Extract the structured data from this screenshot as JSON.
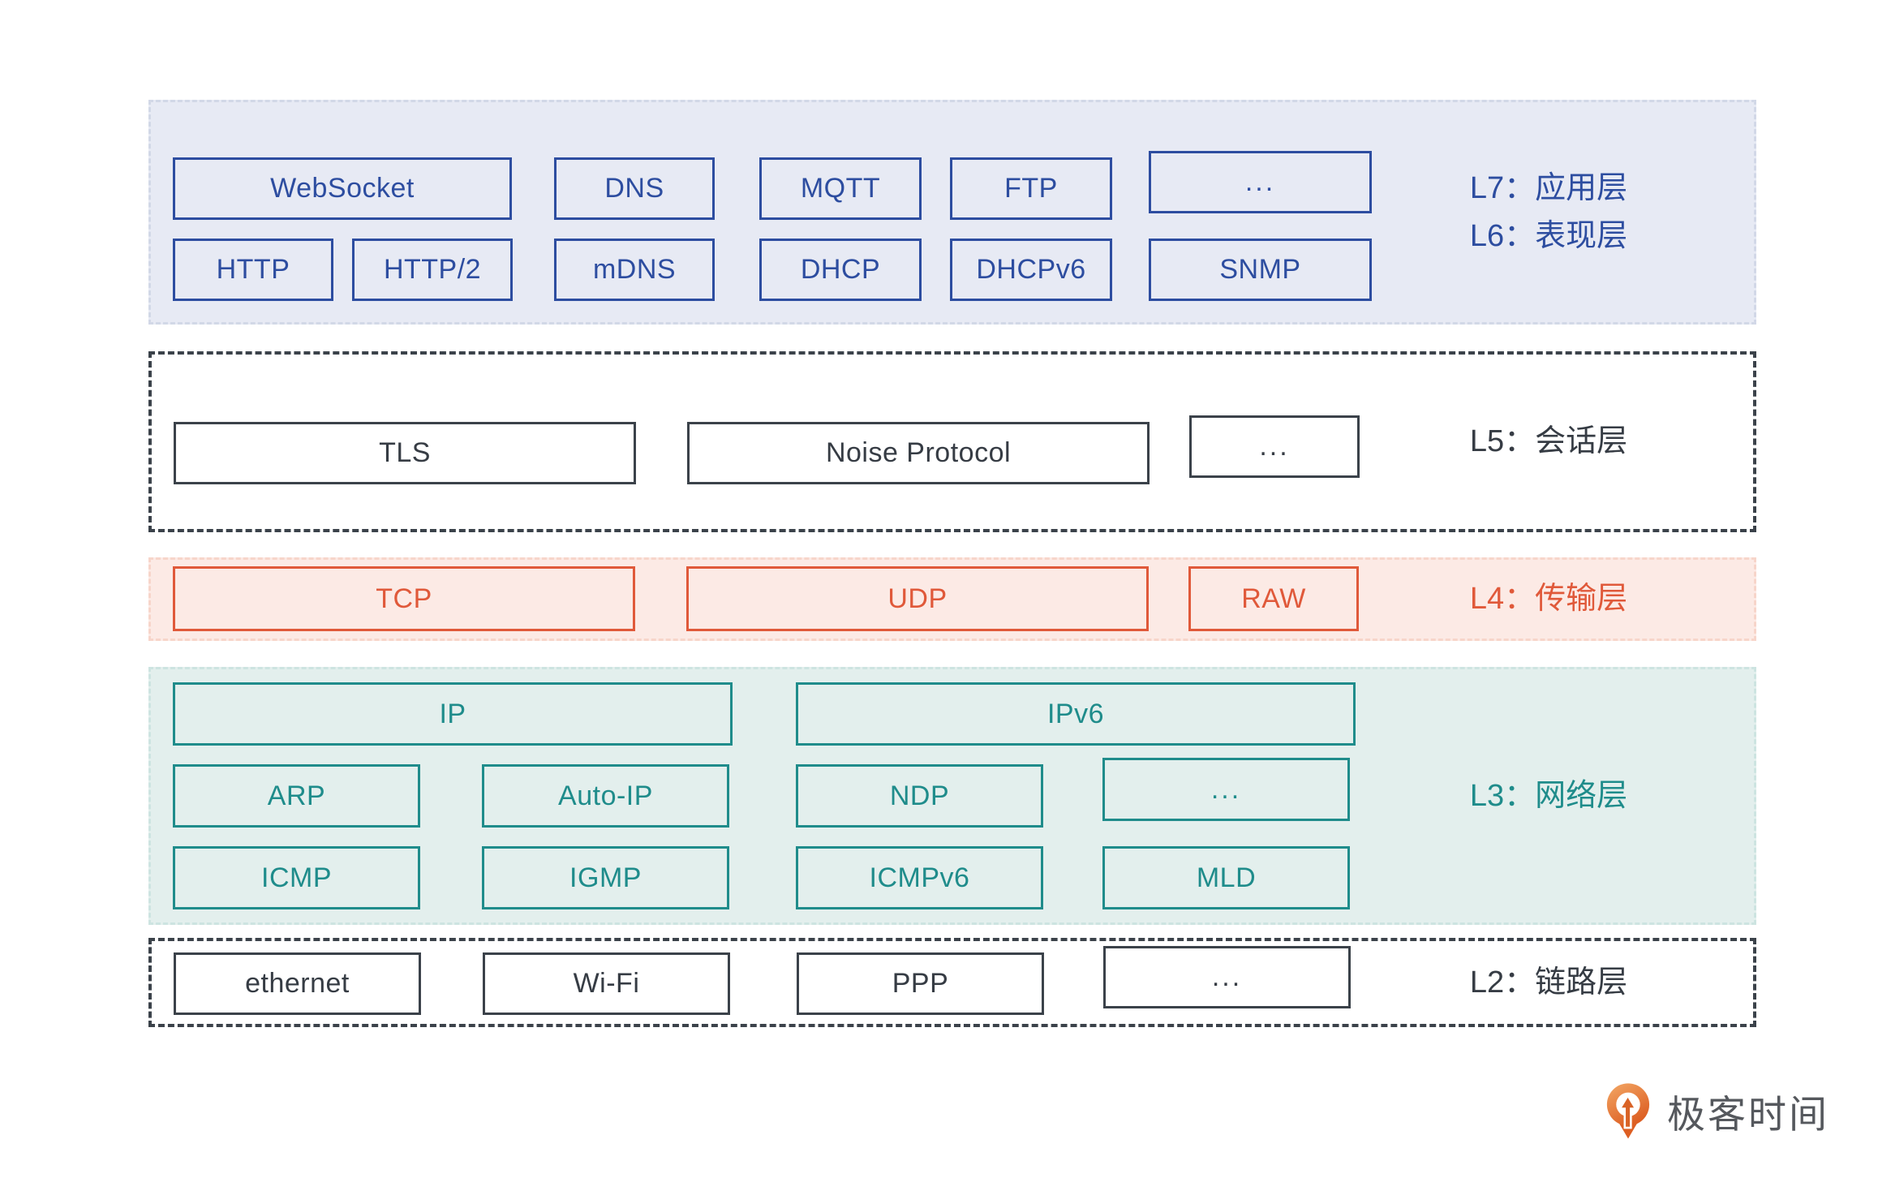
{
  "palette": {
    "app_accent": "#2d4da0",
    "app_bg": "#e7eaf4",
    "session_accent": "#3b424a",
    "session_bg": "#ffffff",
    "transport_accent": "#e0593a",
    "transport_bg": "#fceae5",
    "network_accent": "#1f8c8b",
    "network_bg": "#e3efed",
    "link_accent": "#3b424a",
    "link_bg": "#ffffff",
    "logo_orange": "#dd6227",
    "logo_text_color": "#55585d"
  },
  "layers": [
    {
      "id": "L7-L6",
      "label_lines": [
        "L7：应用层",
        "L6：表现层"
      ],
      "rows": [
        [
          "WebSocket",
          "DNS",
          "MQTT",
          "FTP",
          "..."
        ],
        [
          "HTTP",
          "HTTP/2",
          "mDNS",
          "DHCP",
          "DHCPv6",
          "SNMP"
        ]
      ]
    },
    {
      "id": "L5",
      "label_lines": [
        "L5：会话层"
      ],
      "rows": [
        [
          "TLS",
          "Noise Protocol",
          "..."
        ]
      ]
    },
    {
      "id": "L4",
      "label_lines": [
        "L4：传输层"
      ],
      "rows": [
        [
          "TCP",
          "UDP",
          "RAW"
        ]
      ]
    },
    {
      "id": "L3",
      "label_lines": [
        "L3：网络层"
      ],
      "rows": [
        [
          "IP",
          "IPv6"
        ],
        [
          "ARP",
          "Auto-IP",
          "NDP",
          "..."
        ],
        [
          "ICMP",
          "IGMP",
          "ICMPv6",
          "MLD"
        ]
      ]
    },
    {
      "id": "L2",
      "label_lines": [
        "L2：链路层"
      ],
      "rows": [
        [
          "ethernet",
          "Wi-Fi",
          "PPP",
          "..."
        ]
      ]
    }
  ],
  "logo": {
    "text": "极客时间"
  }
}
